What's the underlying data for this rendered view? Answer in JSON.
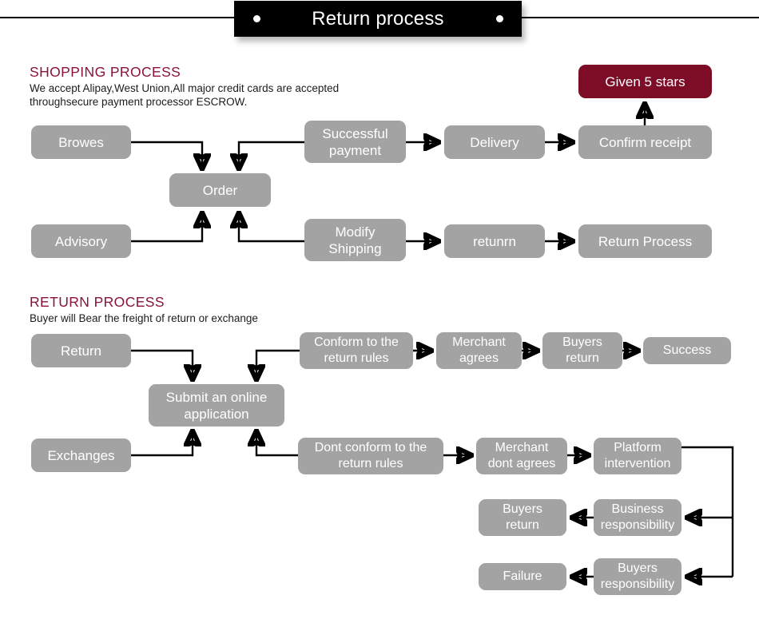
{
  "banner": {
    "title": "Return process",
    "dot_left": "bullet-dot",
    "dot_right": "bullet-dot"
  },
  "shopping_section": {
    "heading": "SHOPPING PROCESS",
    "description": "We accept Alipay,West Union,All major credit cards are accepted\nthroughsecure payment processor ESCROW."
  },
  "return_section": {
    "heading": "RETURN PROCESS",
    "description": "Buyer will Bear the freight of return or exchange"
  },
  "colors": {
    "node_gray": "#a3a3a3",
    "accent_maroon": "#7d0c27",
    "heading_maroon": "#8a1338",
    "banner_black": "#000000",
    "node_text": "#ffffff"
  },
  "nodes": {
    "browes": "Browes",
    "order": "Order",
    "successful_payment": "Successful\npayment",
    "delivery": "Delivery",
    "confirm_receipt": "Confirm receipt",
    "given_5_stars": "Given 5 stars",
    "advisory": "Advisory",
    "modify_shipping": "Modify\nShipping",
    "retunrn": "retunrn",
    "return_process": "Return Process",
    "return": "Return",
    "submit_online_application": "Submit an online\napplication",
    "conform_return_rules": "Conform to the\nreturn rules",
    "merchant_agrees": "Merchant\nagrees",
    "buyers_return_top": "Buyers\nreturn",
    "success": "Success",
    "exchanges": "Exchanges",
    "dont_conform_return_rules": "Dont conform to the\nreturn rules",
    "merchant_dont_agrees": "Merchant\ndont agrees",
    "platform_intervention": "Platform\nintervention",
    "business_responsibility": "Business\nresponsibility",
    "buyers_return_mid": "Buyers\nreturn",
    "buyers_responsibility": "Buyers\nresponsibility",
    "failure": "Failure"
  }
}
